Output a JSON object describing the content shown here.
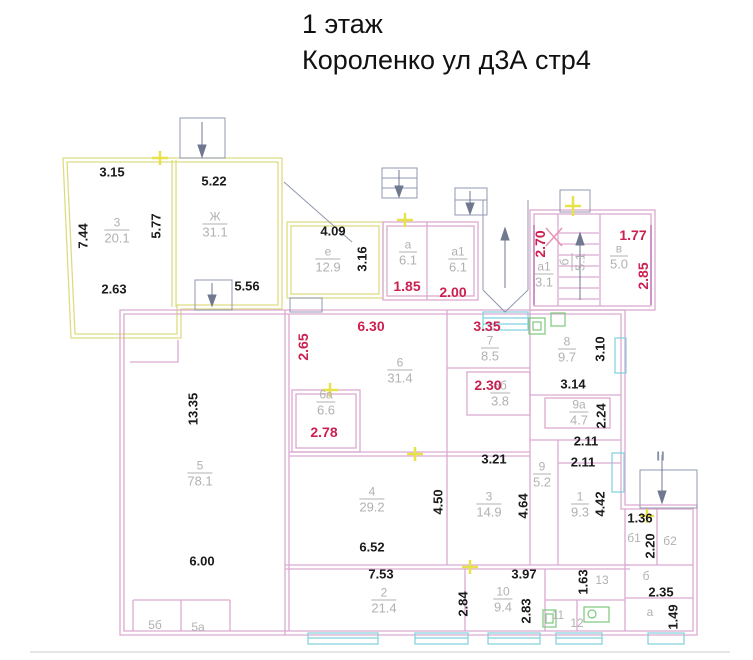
{
  "title": {
    "floor": "1 этаж",
    "address": "Короленко ул д3А стр4"
  },
  "rooms": [
    {
      "number": "3",
      "area": "20.1"
    },
    {
      "number": "Ж",
      "area": "31.1"
    },
    {
      "number": "е",
      "area": "12.9"
    },
    {
      "number": "а",
      "area": "6.1"
    },
    {
      "number": "а1",
      "area": "6.1"
    },
    {
      "number": "а1",
      "area": "3.1"
    },
    {
      "number": "б",
      "area": "5.1"
    },
    {
      "number": "в",
      "area": "5.0"
    },
    {
      "number": "6",
      "area": "31.4"
    },
    {
      "number": "7",
      "area": "8.5"
    },
    {
      "number": "8",
      "area": "9.7"
    },
    {
      "number": "6а",
      "area": "6.6"
    },
    {
      "number": "6б",
      "area": "3.8"
    },
    {
      "number": "9а",
      "area": "4.7"
    },
    {
      "number": "5",
      "area": "78.1"
    },
    {
      "number": "4",
      "area": "29.2"
    },
    {
      "number": "3",
      "area": "14.9"
    },
    {
      "number": "9",
      "area": "5.2"
    },
    {
      "number": "1",
      "area": "9.3"
    },
    {
      "number": "2",
      "area": "21.4"
    },
    {
      "number": "10",
      "area": "9.4"
    }
  ],
  "tags": [
    "б1",
    "б2",
    "б",
    "а",
    "13",
    "11",
    "12",
    "5б",
    "5а"
  ],
  "dimensions": {
    "black": [
      "3.15",
      "5.22",
      "7.44",
      "5.77",
      "2.63",
      "5.56",
      "4.09",
      "3.16",
      "13.35",
      "6.00",
      "3.10",
      "3.14",
      "2.24",
      "2.11",
      "2.11",
      "3.21",
      "4.50",
      "4.64",
      "4.42",
      "6.52",
      "1.36",
      "2.20",
      "7.53",
      "3.97",
      "2.84",
      "2.83",
      "1.63",
      "2.35",
      "1.49"
    ],
    "red": [
      "1.85",
      "2.00",
      "2.70",
      "1.77",
      "2.85",
      "6.30",
      "2.65",
      "3.35",
      "2.30",
      "2.78"
    ]
  },
  "entrance_marker": "II",
  "colors": {
    "wall_pink": "#dbaad0",
    "wall_magenta": "#c478b4",
    "wall_yellow": "#dedc82",
    "opening_yellow": "#e8e24a",
    "window_cyan": "#7fd0dc",
    "fixture_green": "#7cc87c",
    "porch_gray": "#9098b0",
    "dim_black": "#1a1a1a",
    "dim_red": "#cc2050",
    "room_label_gray": "#b3b0b0"
  }
}
